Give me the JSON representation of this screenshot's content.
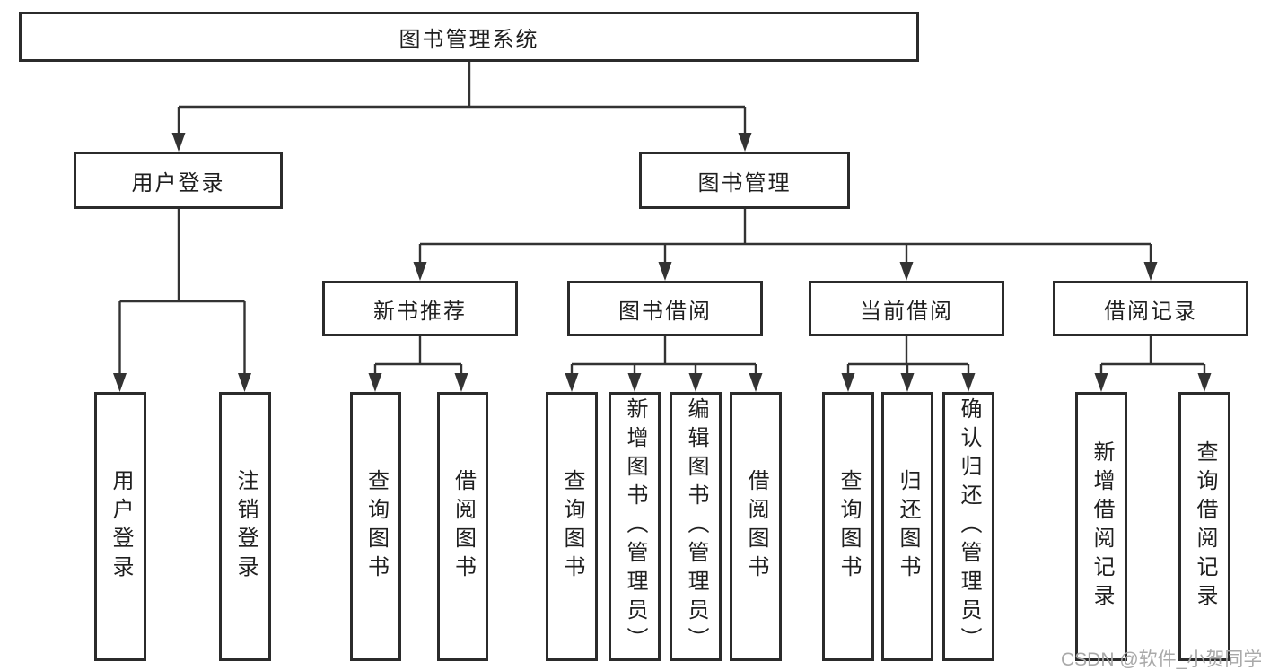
{
  "diagram": {
    "root": {
      "label": "图书管理系统"
    },
    "branches": [
      {
        "label": "用户登录",
        "children": [
          {
            "label": "用户登录"
          },
          {
            "label": "注销登录"
          }
        ]
      },
      {
        "label": "图书管理",
        "children": [
          {
            "label": "新书推荐",
            "children": [
              {
                "label": "查询图书"
              },
              {
                "label": "借阅图书"
              }
            ]
          },
          {
            "label": "图书借阅",
            "children": [
              {
                "label": "查询图书"
              },
              {
                "label": "新增图书（管理员）"
              },
              {
                "label": "编辑图书（管理员）"
              },
              {
                "label": "借阅图书"
              }
            ]
          },
          {
            "label": "当前借阅",
            "children": [
              {
                "label": "查询图书"
              },
              {
                "label": "归还图书"
              },
              {
                "label": "确认归还（管理员）"
              }
            ]
          },
          {
            "label": "借阅记录",
            "children": [
              {
                "label": "新增借阅记录"
              },
              {
                "label": "查询借阅记录"
              }
            ]
          }
        ]
      }
    ]
  },
  "watermark": {
    "text": "CSDN @软件_小贺同学"
  },
  "colors": {
    "line": "#333333",
    "box_border": "#2b2b2b",
    "text": "#1f1f1f",
    "watermark": "#a9a9a9",
    "background": "#ffffff"
  }
}
